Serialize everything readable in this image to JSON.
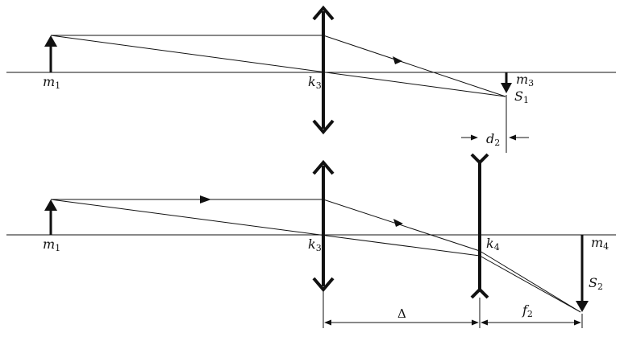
{
  "colors": {
    "ink": "#111111",
    "background": "#ffffff"
  },
  "top": {
    "object_label": {
      "base": "m",
      "sub": "1"
    },
    "lens_label": {
      "base": "k",
      "sub": "3"
    },
    "image_label": {
      "base": "m",
      "sub": "3"
    },
    "focus_label": {
      "base": "S",
      "sub": "1"
    },
    "gap_label": {
      "base": "d",
      "sub": "2"
    }
  },
  "bottom": {
    "object_label": {
      "base": "m",
      "sub": "1"
    },
    "lens1_label": {
      "base": "k",
      "sub": "3"
    },
    "lens2_label": {
      "base": "k",
      "sub": "4"
    },
    "image_label": {
      "base": "m",
      "sub": "4"
    },
    "focus_label": {
      "base": "S",
      "sub": "2"
    },
    "separation_label": "Δ",
    "focal_label": {
      "base": "f",
      "sub": "2"
    }
  }
}
